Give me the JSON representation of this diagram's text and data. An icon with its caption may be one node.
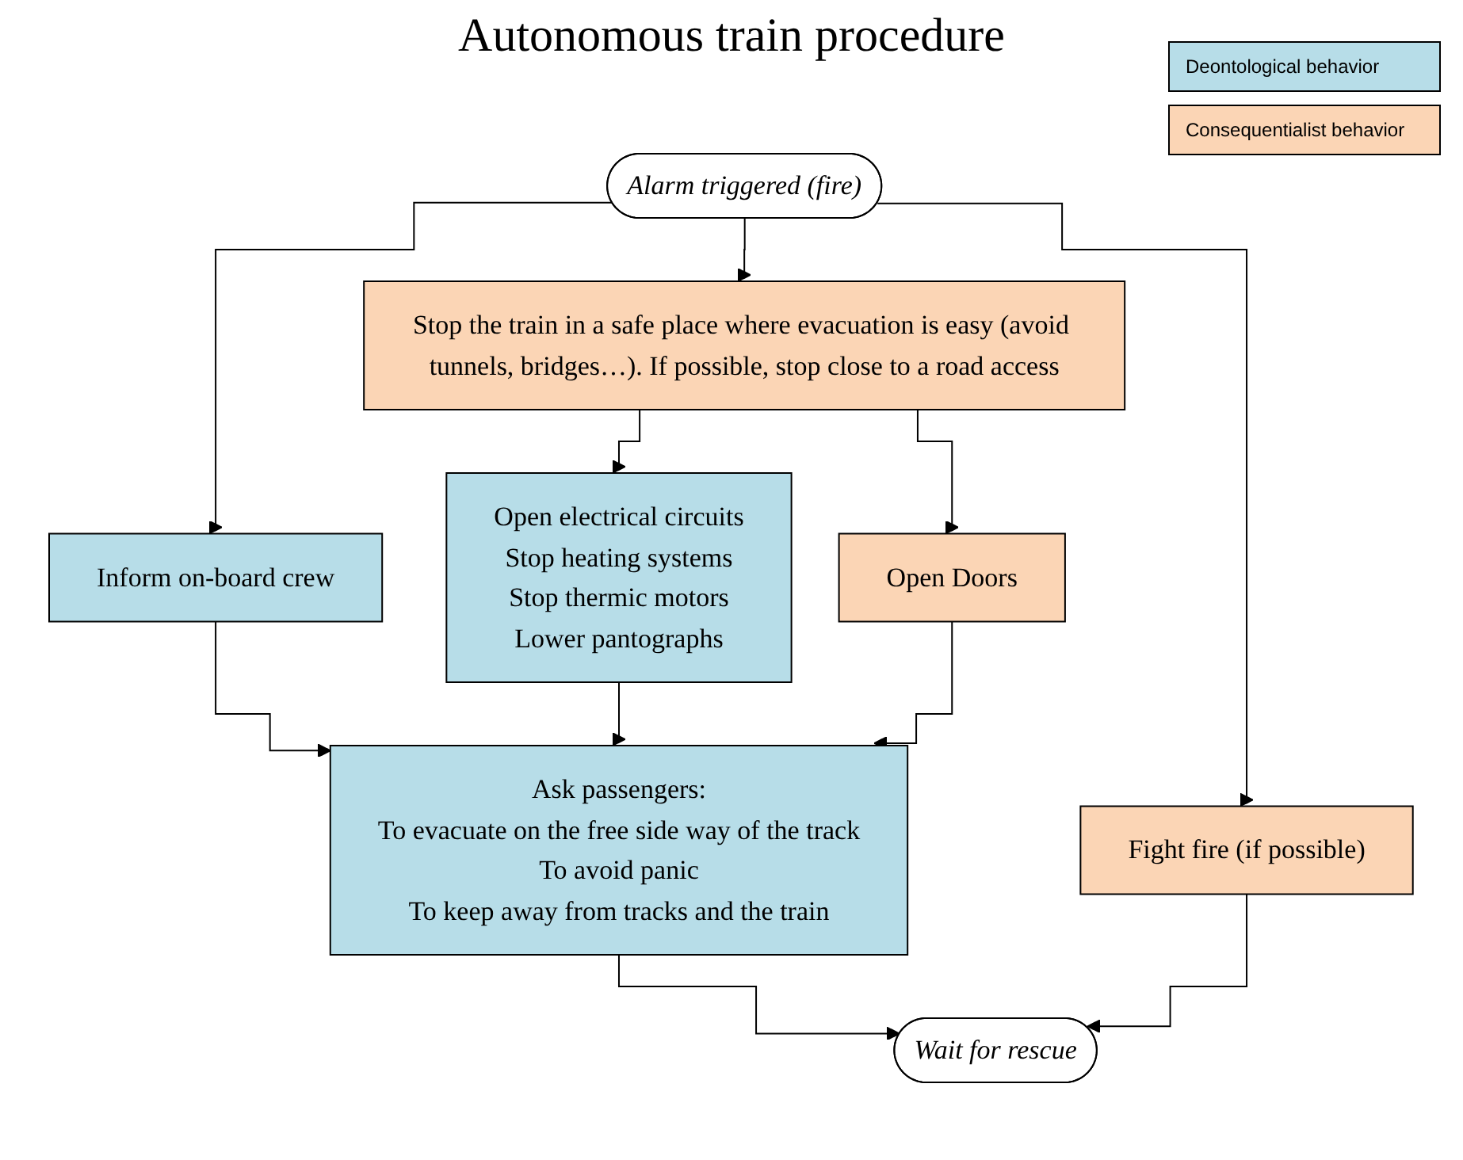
{
  "diagram": {
    "title": "Autonomous train procedure",
    "nodes": [
      {
        "text": [
          "Alarm triggered (fire)"
        ]
      },
      {
        "text": [
          "Inform on-board crew"
        ]
      },
      {
        "text": [
          "Stop the train in a safe place where evacuation is easy (avoid tunnels, bridges…). If possible, stop close to a road access"
        ]
      },
      {
        "text": [
          "Fight fire (if possible)"
        ]
      },
      {
        "text": [
          "Open electrical circuits",
          "Stop heating systems",
          "Stop thermic motors",
          "Lower pantographs"
        ]
      },
      {
        "text": [
          "Open Doors"
        ]
      },
      {
        "text": [
          "Ask passengers:",
          "To evacuate on the free side way of the track",
          "To avoid panic",
          "To keep away from tracks and the train"
        ]
      },
      {
        "text": [
          "Wait for rescue"
        ]
      }
    ],
    "edges": [
      {
        "from": 0,
        "to": 1,
        "arrow": "to"
      },
      {
        "from": 0,
        "to": 2,
        "arrow": "to"
      },
      {
        "from": 0,
        "to": 3,
        "arrow": "to"
      },
      {
        "from": 2,
        "to": 4,
        "arrow": "to"
      },
      {
        "from": 2,
        "to": 5,
        "arrow": "to"
      },
      {
        "from": 1,
        "to": 6,
        "arrow": "to"
      },
      {
        "from": 4,
        "to": 6,
        "arrow": "to"
      },
      {
        "from": 5,
        "to": 6,
        "arrow": "to"
      },
      {
        "from": 6,
        "to": 7,
        "arrow": "to"
      },
      {
        "from": 3,
        "to": 7,
        "arrow": "to"
      }
    ],
    "legend": [
      {
        "text": "Deontological behavior",
        "color": "#b7dde8"
      },
      {
        "text": "Consequentialist behavior",
        "color": "#fbd5b5"
      }
    ]
  }
}
